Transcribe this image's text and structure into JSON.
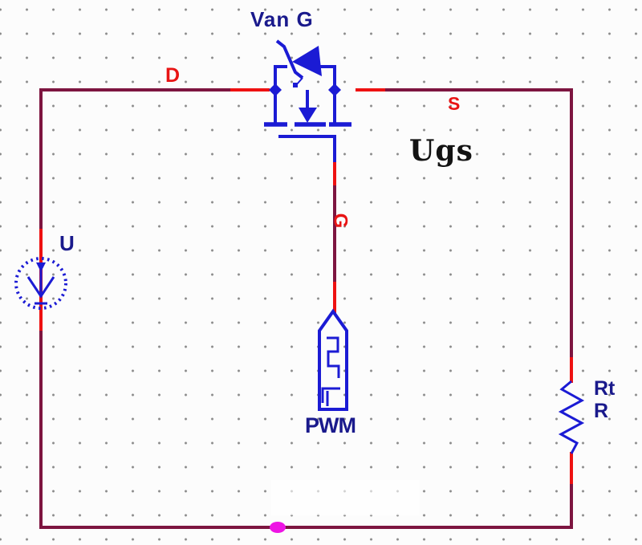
{
  "app": {
    "type": "schematic-editor-canvas",
    "description": "Buck/chopper test circuit: DC source U drives a P-channel MOSFET (Van G) switched by a PWM gate source, loaded by resistor Rt"
  },
  "labels": {
    "transistor_name": "Van G",
    "pin_drain": "D",
    "pin_source": "S",
    "pin_gate": "G",
    "gate_voltage_annotation": "Ugs",
    "voltage_source_name": "U",
    "pwm_source_name": "PWM",
    "resistor_name": "Rt",
    "resistor_value": "R"
  },
  "components": [
    {
      "id": "U",
      "kind": "dc-voltage-source",
      "symbol": "dashed-circle-with-down-arrow"
    },
    {
      "id": "Van G",
      "kind": "mosfet-with-body-zener-diode",
      "pins": [
        "D",
        "G",
        "S"
      ]
    },
    {
      "id": "PWM",
      "kind": "pulse-voltage-source",
      "symbol": "bullet-with-square-wave"
    },
    {
      "id": "Rt",
      "kind": "resistor",
      "value_label": "R",
      "symbol": "zigzag"
    }
  ],
  "junctions": [
    {
      "name": "drain-node-dot",
      "color_role": "component_blue"
    },
    {
      "name": "source-node-dot",
      "color_role": "component_blue"
    },
    {
      "name": "bottom-net-dot",
      "color_role": "junction_magenta"
    }
  ],
  "colors": {
    "wire_dark": "#7d1540",
    "wire_hot": "#ee1111",
    "component_blue": "#1b1bd4",
    "label_navy": "#1a1a8c",
    "label_red": "#e81414",
    "label_black": "#131313",
    "junction_magenta": "#ee14e4",
    "background": "#fcfcfc",
    "grid_dot": "#8a8a8a"
  }
}
